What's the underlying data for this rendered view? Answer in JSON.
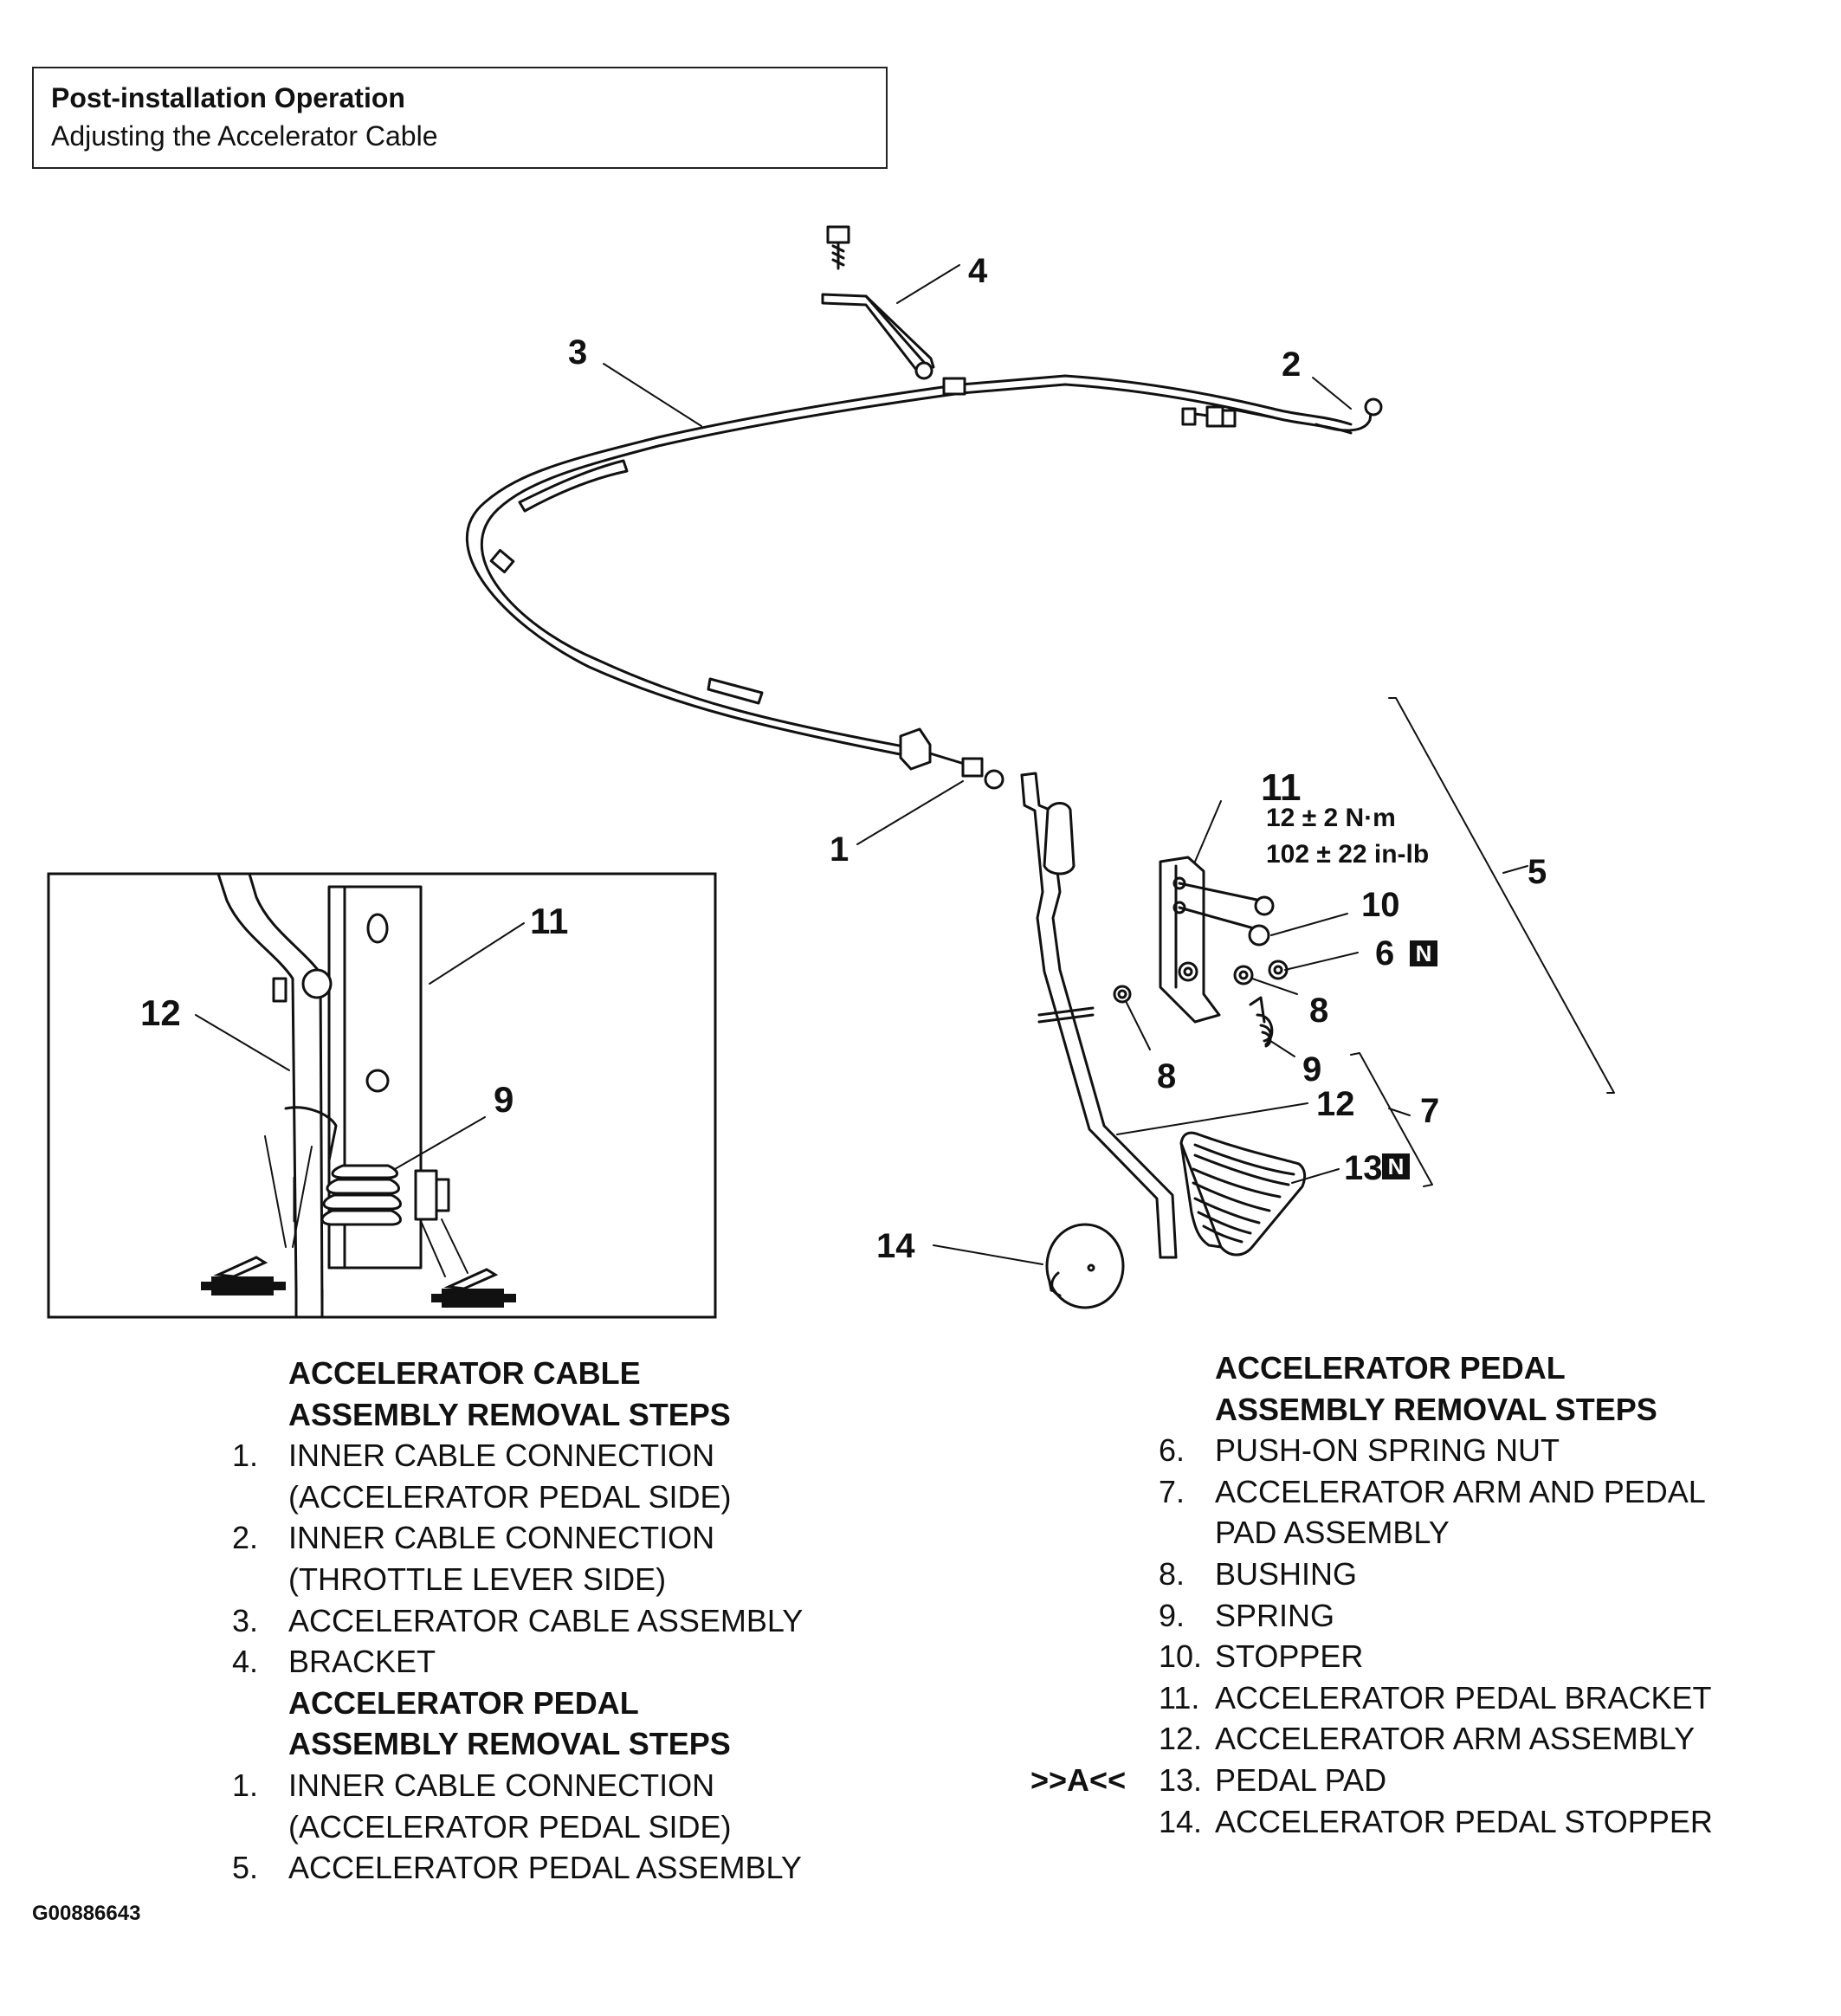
{
  "header": {
    "title": "Post-installation Operation",
    "subtitle": "Adjusting the Accelerator Cable"
  },
  "callouts": {
    "c1": "1",
    "c2": "2",
    "c3": "3",
    "c4": "4",
    "c5": "5",
    "c6": "6",
    "c7": "7",
    "c8a": "8",
    "c8b": "8",
    "c9": "9",
    "c10": "10",
    "c11": "11",
    "c12": "12",
    "c13": "13",
    "c14": "14",
    "n_badge": "N",
    "torque_nm": "12 ± 2 N·m",
    "torque_inlb": "102 ± 22 in-lb"
  },
  "inset": {
    "c9": "9",
    "c11": "11",
    "c12": "12"
  },
  "left_list": {
    "heading1_line1": "ACCELERATOR CABLE",
    "heading1_line2": "ASSEMBLY REMOVAL STEPS",
    "items1": [
      {
        "num": "1.",
        "line1": "INNER CABLE CONNECTION",
        "line2": "(ACCELERATOR PEDAL SIDE)"
      },
      {
        "num": "2.",
        "line1": "INNER CABLE CONNECTION",
        "line2": "(THROTTLE LEVER SIDE)"
      },
      {
        "num": "3.",
        "line1": "ACCELERATOR CABLE ASSEMBLY"
      },
      {
        "num": "4.",
        "line1": "BRACKET"
      }
    ],
    "heading2_line1": "ACCELERATOR PEDAL",
    "heading2_line2": "ASSEMBLY REMOVAL STEPS",
    "items2": [
      {
        "num": "1.",
        "line1": "INNER CABLE CONNECTION",
        "line2": "(ACCELERATOR PEDAL SIDE)"
      },
      {
        "num": "5.",
        "line1": "ACCELERATOR PEDAL ASSEMBLY"
      }
    ]
  },
  "right_list": {
    "heading_line1": "ACCELERATOR PEDAL",
    "heading_line2": "ASSEMBLY REMOVAL STEPS",
    "items": [
      {
        "num": "6.",
        "line1": "PUSH-ON SPRING NUT"
      },
      {
        "num": "7.",
        "line1": "ACCELERATOR ARM AND PEDAL",
        "line2": "PAD ASSEMBLY"
      },
      {
        "num": "8.",
        "line1": "BUSHING"
      },
      {
        "num": "9.",
        "line1": "SPRING"
      },
      {
        "num": "10.",
        "line1": "STOPPER"
      },
      {
        "num": "11.",
        "line1": "ACCELERATOR PEDAL BRACKET"
      },
      {
        "num": "12.",
        "line1": "ACCELERATOR ARM ASSEMBLY"
      },
      {
        "num": "13.",
        "line1": "PEDAL PAD"
      },
      {
        "num": "14.",
        "line1": "ACCELERATOR PEDAL STOPPER"
      }
    ],
    "pad_marker": ">>A<<"
  },
  "footer": {
    "code": "G00886643"
  }
}
